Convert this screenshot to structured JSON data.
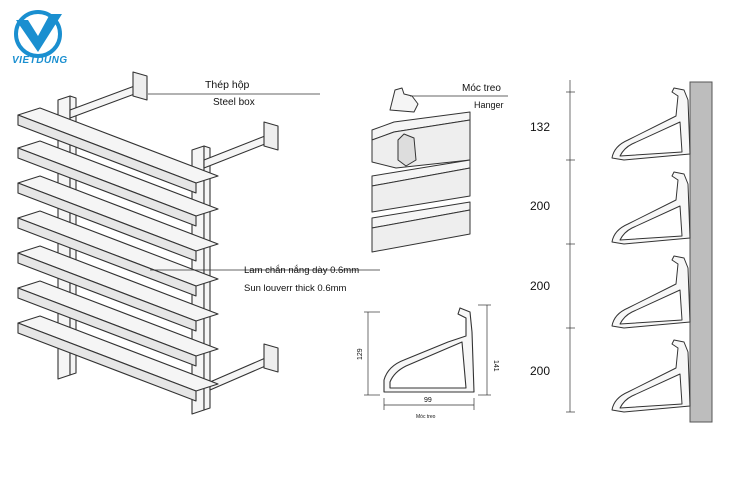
{
  "brand": {
    "name": "VIETDUNG",
    "color": "#1a8fd0"
  },
  "labels": {
    "steel_box_vi": "Thép hộp",
    "steel_box_en": "Steel box",
    "hanger_vi": "Móc treo",
    "hanger_en": "Hanger",
    "louver_vi": "Lam chắn nắng  dày 0.6mm",
    "louver_en": "Sun louverr thick 0.6mm"
  },
  "profile_dims": {
    "height_left": "129",
    "height_right": "141",
    "width": "99",
    "caption": "Móc treo"
  },
  "spacing": {
    "top": "132",
    "gap1": "200",
    "gap2": "200",
    "gap3": "200"
  },
  "colors": {
    "line": "#333333",
    "wall": "#bdbdbd",
    "fill": "#f4f4f4"
  }
}
